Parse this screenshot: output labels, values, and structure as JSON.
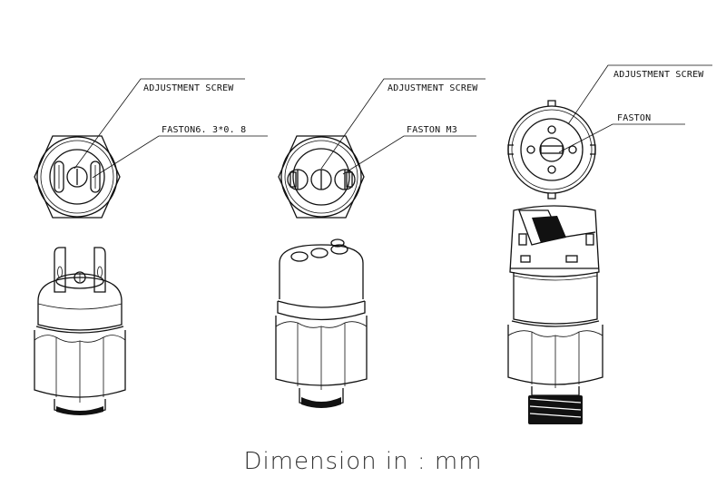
{
  "diagram": {
    "switches": [
      {
        "name": "left",
        "labels": {
          "adjustment_screw": "ADJUSTMENT SCREW",
          "terminal": "FASTON6. 3*0. 8"
        }
      },
      {
        "name": "middle",
        "labels": {
          "adjustment_screw": "ADJUSTMENT SCREW",
          "terminal": "FASTON M3"
        }
      },
      {
        "name": "right",
        "labels": {
          "adjustment_screw": "ADJUSTMENT SCREW",
          "terminal": "FASTON"
        }
      }
    ],
    "caption": "Dimension in : mm"
  }
}
